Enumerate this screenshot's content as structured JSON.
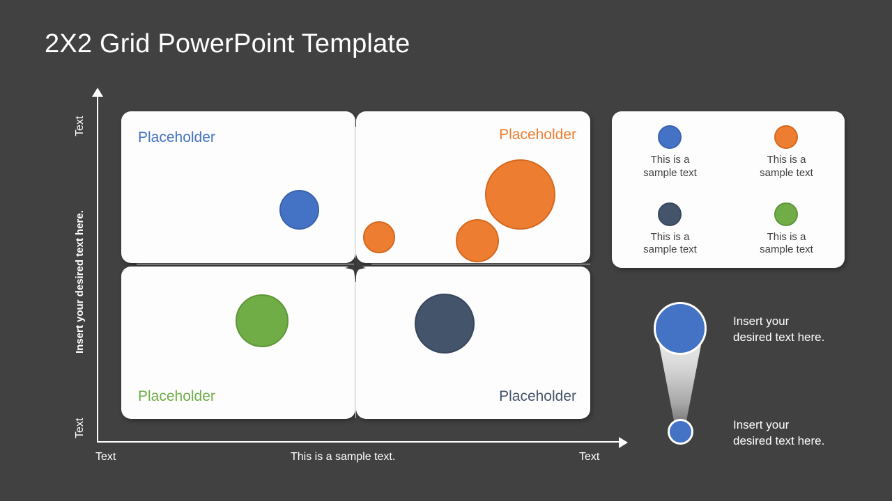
{
  "slide": {
    "title": "2X2 Grid PowerPoint Template",
    "background_color": "#414141"
  },
  "colors": {
    "blue": "#4472C4",
    "blue_border": "#3A64AE",
    "orange": "#ED7D31",
    "orange_border": "#D4691F",
    "green": "#70AD47",
    "green_border": "#5E9639",
    "navy": "#44546A",
    "navy_border": "#37465C",
    "card": "#FDFDFD",
    "text_light": "#FFFFFF",
    "text_dark": "#404040"
  },
  "axes": {
    "y": {
      "top_label": "Text",
      "middle_label": "Insert your desired text here.",
      "bottom_label": "Text"
    },
    "x": {
      "left_label": "Text",
      "center_label": "This is a sample text.",
      "right_label": "Text"
    }
  },
  "quadrants": [
    {
      "id": "top-left",
      "label": "Placeholder",
      "color": "#4472C4"
    },
    {
      "id": "top-right",
      "label": "Placeholder",
      "color": "#ED7D31"
    },
    {
      "id": "bottom-left",
      "label": "Placeholder",
      "color": "#70AD47"
    },
    {
      "id": "bottom-right",
      "label": "Placeholder",
      "color": "#44546A"
    }
  ],
  "legend": {
    "items": [
      {
        "color": "#4472C4",
        "border": "#3A64AE",
        "label": "This is a\nsample text"
      },
      {
        "color": "#ED7D31",
        "border": "#D4691F",
        "label": "This is a\nsample text"
      },
      {
        "color": "#44546A",
        "border": "#37465C",
        "label": "This is a\nsample text"
      },
      {
        "color": "#70AD47",
        "border": "#5E9639",
        "label": "This is a\nsample text"
      }
    ]
  },
  "scale_callout": {
    "large_label": "Insert your\ndesired text here.",
    "small_label": "Insert your\ndesired text here.",
    "circle_color": "#4472C4"
  },
  "chart_data": {
    "type": "scatter",
    "title": "2X2 Grid PowerPoint Template",
    "xlabel": "This is a sample text.",
    "ylabel": "Insert your desired text here.",
    "xlim": [
      0,
      100
    ],
    "ylim": [
      0,
      100
    ],
    "grid": false,
    "legend_position": "right",
    "quadrant_names": [
      "Placeholder",
      "Placeholder",
      "Placeholder",
      "Placeholder"
    ],
    "series": [
      {
        "name": "This is a sample text",
        "color": "#4472C4",
        "quadrant": "top-left",
        "points": [
          {
            "x": 38,
            "y": 68,
            "size": 57
          }
        ]
      },
      {
        "name": "This is a sample text",
        "color": "#ED7D31",
        "quadrant": "top-right",
        "points": [
          {
            "x": 55,
            "y": 59,
            "size": 46
          },
          {
            "x": 76,
            "y": 58,
            "size": 62
          },
          {
            "x": 85,
            "y": 73,
            "size": 101
          }
        ]
      },
      {
        "name": "This is a sample text",
        "color": "#70AD47",
        "quadrant": "bottom-left",
        "points": [
          {
            "x": 30,
            "y": 32,
            "size": 76
          }
        ]
      },
      {
        "name": "This is a sample text",
        "color": "#44546A",
        "quadrant": "bottom-right",
        "points": [
          {
            "x": 69,
            "y": 31,
            "size": 86
          }
        ]
      }
    ]
  }
}
